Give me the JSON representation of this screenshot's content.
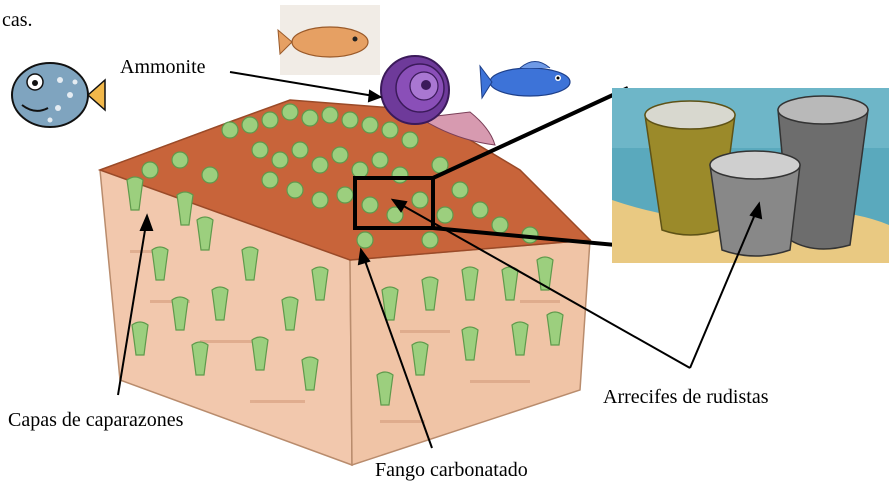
{
  "header_fragment": "cas.",
  "labels": {
    "ammonite": "Ammonite",
    "shell_layers": "Capas de caparazones",
    "carbonate_mud": "Fango carbonatado",
    "rudist_reefs": "Arrecifes de rudistas"
  },
  "colors": {
    "block_top": "#c8643a",
    "block_side": "#f2c8ad",
    "block_side_dark": "#e6b293",
    "rudist_green": "#9ccf7e",
    "rudist_outline": "#5f9a4c",
    "inset_water": "#4a9fb6",
    "inset_sand": "#e9c982",
    "rudist_gold": "#9b8a2a",
    "rudist_grey": "#777777",
    "ammonite_purple": "#6e3a9a",
    "fish_blue": "#3d73d8"
  }
}
